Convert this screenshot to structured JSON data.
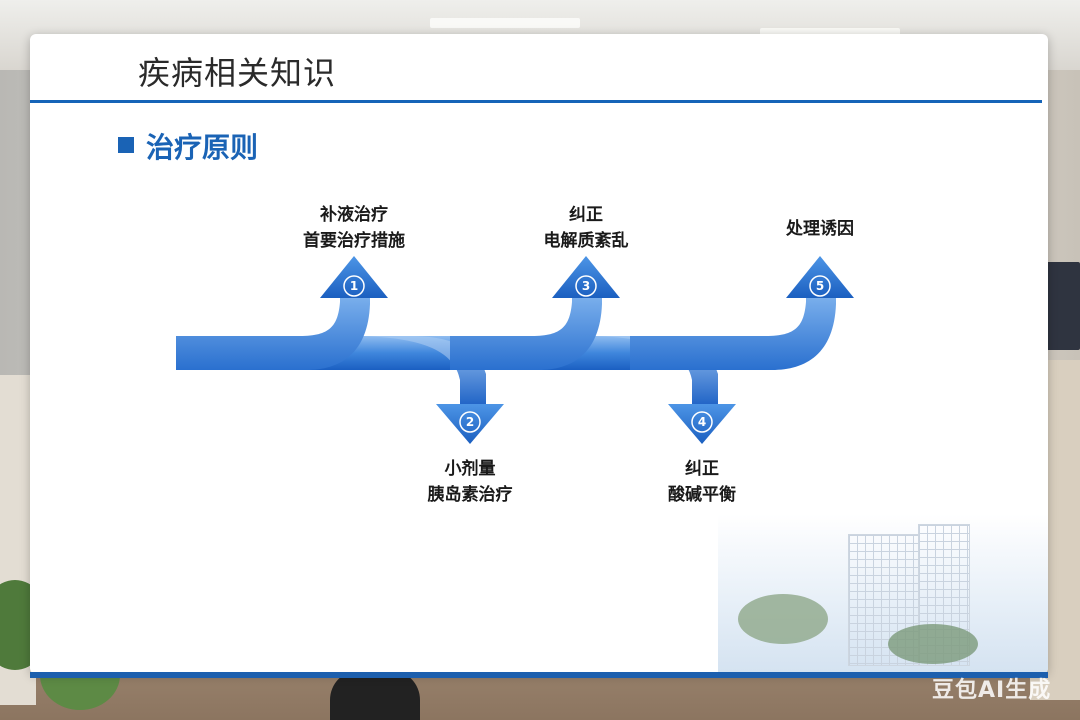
{
  "slide": {
    "title": "疾病相关知识",
    "section_title": "治疗原则"
  },
  "steps": [
    {
      "number": "①",
      "lines": [
        "补液治疗",
        "首要治疗措施"
      ]
    },
    {
      "number": "②",
      "lines": [
        "小剂量",
        "胰岛素治疗"
      ]
    },
    {
      "number": "③",
      "lines": [
        "纠正",
        "电解质紊乱"
      ]
    },
    {
      "number": "④",
      "lines": [
        "纠正",
        "酸碱平衡"
      ]
    },
    {
      "number": "⑤",
      "lines": [
        "处理诱因"
      ]
    }
  ],
  "watermark": "豆包AI生成",
  "colors": {
    "accent": "#1a63b5",
    "arrow_light": "#a9ccf2",
    "arrow_dark": "#1f66c8"
  }
}
